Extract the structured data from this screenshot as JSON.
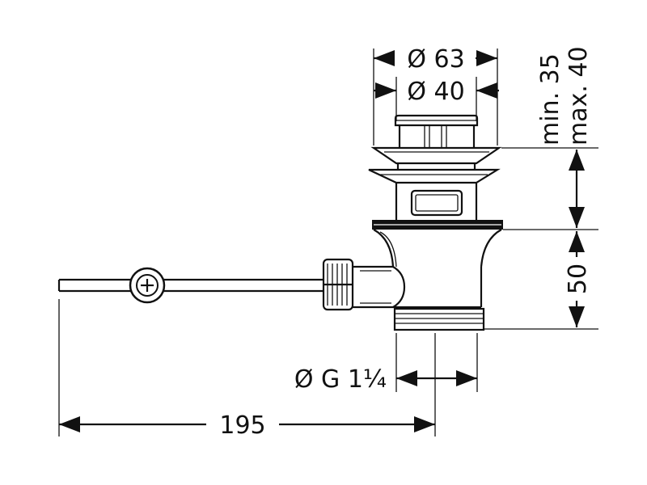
{
  "dimensions": {
    "outer_diameter": "Ø 63",
    "inner_diameter": "Ø 40",
    "min_height": "min. 35",
    "max_height": "max. 40",
    "body_height": "50",
    "thread": "Ø G 1¼",
    "length": "195"
  },
  "colors": {
    "line": "#111111",
    "background": "#ffffff"
  },
  "icons": {
    "connector": "screw-cross-icon"
  }
}
